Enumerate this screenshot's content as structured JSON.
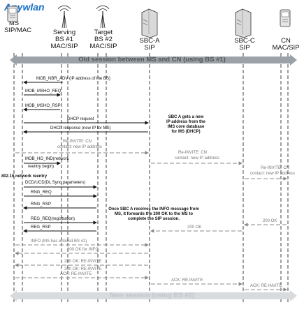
{
  "logo": "Anywlan",
  "entities": [
    {
      "id": "ms",
      "label1": "MS",
      "label2": "SIP/MAC",
      "icon": "phone-icon"
    },
    {
      "id": "sbs",
      "label1": "Serving",
      "label2": "BS #1",
      "label3": "MAC/SIP",
      "icon": "tower-icon"
    },
    {
      "id": "tbs",
      "label1": "Target",
      "label2": "BS #2",
      "label3": "MAC/SIP",
      "icon": "tower-icon"
    },
    {
      "id": "sbca",
      "label1": "SBC-A",
      "label2": "SIP",
      "icon": "server-icon"
    },
    {
      "id": "sbcc",
      "label1": "SBC-C",
      "label2": "SIP",
      "icon": "server-icon"
    },
    {
      "id": "cn",
      "label1": "CN",
      "label2": "MAC/SIP",
      "icon": "phone-icon"
    }
  ],
  "old_session": "Old session between MS and CN (using BS #1)",
  "new_session": "New session (using BS #2)",
  "messages": {
    "mob_nbr_adv": "MOB_NBR_ADV (IP address of the BS)",
    "mob_msho_req": "MOB_MSHO_REQ",
    "mob_msho_rsp": "MOB_MSHO_RSP",
    "dhcp_request": "DHCP request",
    "dhcp_response": "DHCP response (new IP for MS)",
    "reinvite_ms_1": "Re-INVITE: CN",
    "reinvite_ms_2": "contact: new IP address",
    "reinvite_sbca_1": "Re-INVITE: CN",
    "reinvite_sbca_2": "contact: new IP address",
    "reinvite_cn_1": "Re-INVITE: CN",
    "reinvite_cn_2": "contact: new IP address",
    "mob_ho_ind_1": "MOB_HO_IND(network",
    "mob_ho_ind_2": "reentry begin)",
    "network_reentry": "802.16 network reentry",
    "dcd_ucd": "DCD/UCD(DL Sync parameters)",
    "rng_req": "RNG_REQ",
    "rng_rsp": "RNG_RSP",
    "reg_req": "REG_REQ(registration)",
    "reg_rsp": "REG_RSP",
    "ok_200_cn": "200 OK",
    "ok_200_sbca": "200 OK",
    "info_1": "INFO (MS has entered BS #2)",
    "ok_200_info": "200 OK for INFO",
    "ok_200_reinvite_1": "200 OK: RE-INVITE",
    "ok_200_reinvite_2": "200 OK: RE-INVITE",
    "ack_1": "ACK: RE-INVITE",
    "ack_2": "ACK: RE-INVITE",
    "ack_3": "ACK: RE-INVITE"
  },
  "notes": {
    "sbca_note": [
      "SBC A gets a new",
      "IP address from the",
      "IMS core database",
      "for MS (DHCP)"
    ],
    "info_note": [
      "Once SBC A receives the INFO message from",
      "MS, it forwards the 200 OK to the MS to",
      "complete the SIP session."
    ]
  }
}
